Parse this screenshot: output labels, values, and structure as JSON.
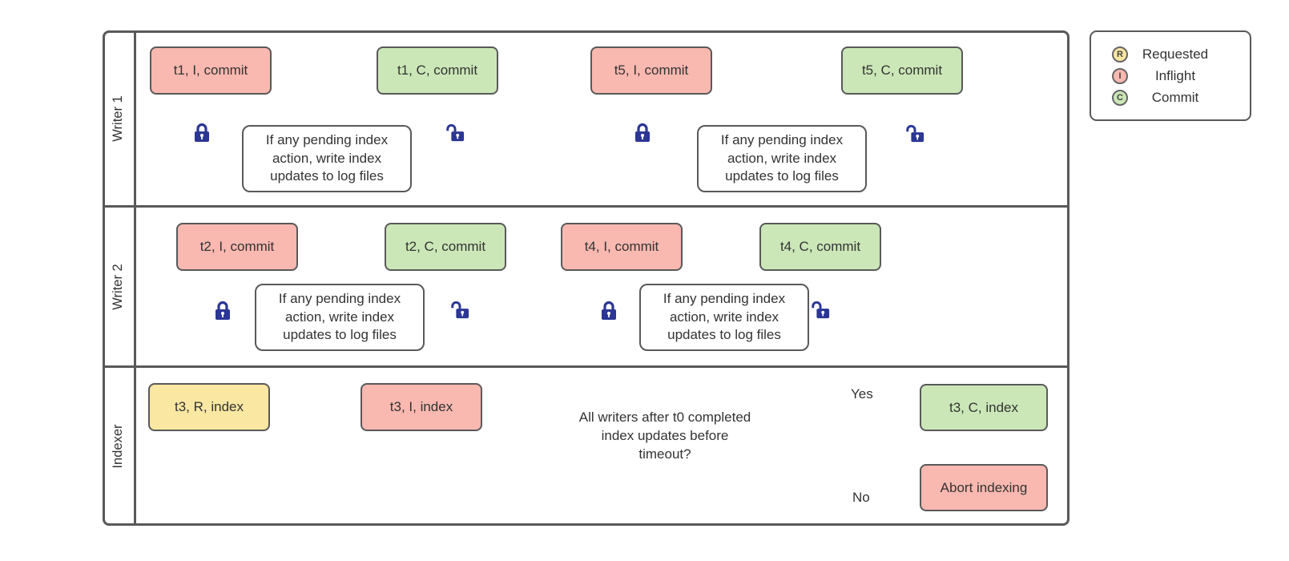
{
  "lanes": [
    {
      "label": "Writer 1"
    },
    {
      "label": "Writer 2"
    },
    {
      "label": "Indexer"
    }
  ],
  "legend": {
    "items": [
      {
        "symbol": "R",
        "label": "Requested",
        "color": "#F9E7A2"
      },
      {
        "symbol": "I",
        "label": "Inflight",
        "color": "#F9B8B0"
      },
      {
        "symbol": "C",
        "label": "Commit",
        "color": "#CBE7B7"
      }
    ]
  },
  "states": {
    "t1_inflight": "t1, I, commit",
    "t1_commit": "t1, C, commit",
    "t5_inflight": "t5, I, commit",
    "t5_commit": "t5, C, commit",
    "t2_inflight": "t2, I, commit",
    "t2_commit": "t2, C, commit",
    "t4_inflight": "t4, I, commit",
    "t4_commit": "t4, C, commit",
    "t3_requested": "t3, R, index",
    "t3_inflight": "t3, I, index",
    "t3_commit": "t3, C, index",
    "abort": "Abort indexing"
  },
  "notes": {
    "pending": "If any pending index action, write index updates to log files"
  },
  "decision": {
    "text": "All writers after t0 completed index updates before timeout?",
    "yes_label": "Yes",
    "no_label": "No"
  },
  "colors": {
    "requested": "#F9E7A2",
    "inflight": "#F9B8B0",
    "commit": "#CBE7B7",
    "outline": "#595959",
    "lock": "#2B3695"
  }
}
